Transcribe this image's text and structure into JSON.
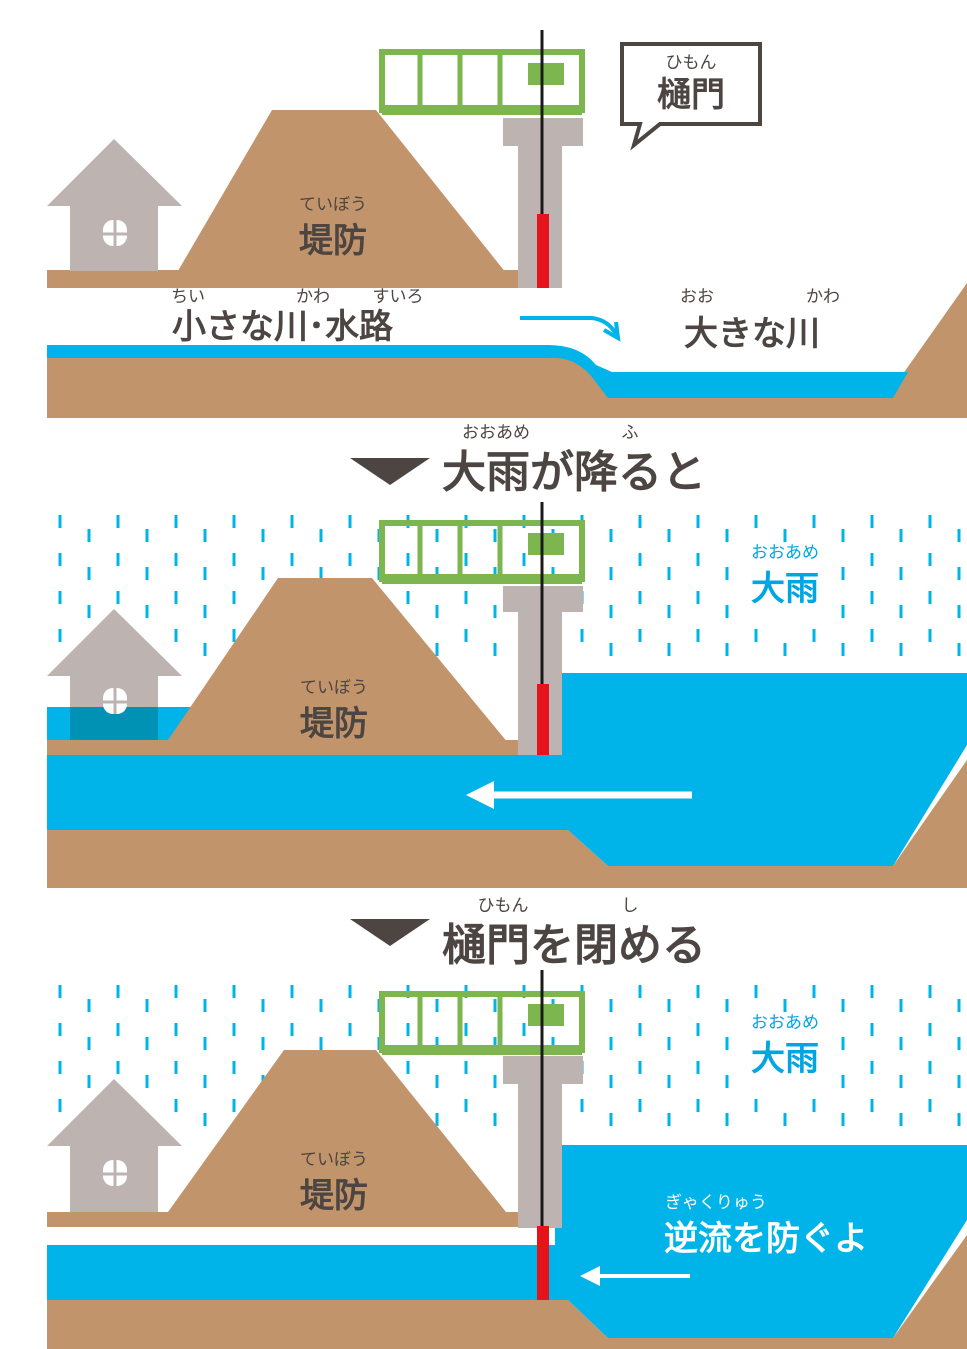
{
  "colors": {
    "embankment": "#C1946B",
    "ground": "#C1946B",
    "water": "#00B4EA",
    "flood_overlay": "#0092B5",
    "gate_frame": "#7DB64E",
    "pier": "#BDB3B0",
    "house": "#BDB3B0",
    "gate_red": "#E5131A",
    "text_dark": "#4D4542",
    "text_blue": "#00A5E3",
    "white": "#FFFFFF"
  },
  "panel1": {
    "callout": {
      "ruby": "ひもん",
      "label": "樋門"
    },
    "embankment": {
      "ruby": "ていぼう",
      "label": "堤防"
    },
    "small_river": {
      "ruby_chi": "ちい",
      "ruby_kawa": "かわ",
      "ruby_suiro": "すいろ",
      "label": "小さな川･水路"
    },
    "big_river": {
      "ruby_oo": "おお",
      "ruby_kawa": "かわ",
      "label": "大きな川"
    }
  },
  "step1": {
    "ruby_ooame": "おおあめ",
    "ruby_fu": "ふ",
    "label": "大雨が降ると"
  },
  "panel2": {
    "rain": {
      "ruby": "おおあめ",
      "label": "大雨"
    },
    "embankment": {
      "ruby": "ていぼう",
      "label": "堤防"
    }
  },
  "step2": {
    "ruby_himon": "ひもん",
    "ruby_shi": "し",
    "label": "樋門を閉める"
  },
  "panel3": {
    "rain": {
      "ruby": "おおあめ",
      "label": "大雨"
    },
    "embankment": {
      "ruby": "ていぼう",
      "label": "堤防"
    },
    "backflow": {
      "ruby": "ぎゃくりゅう",
      "label": "逆流を防ぐよ"
    }
  }
}
